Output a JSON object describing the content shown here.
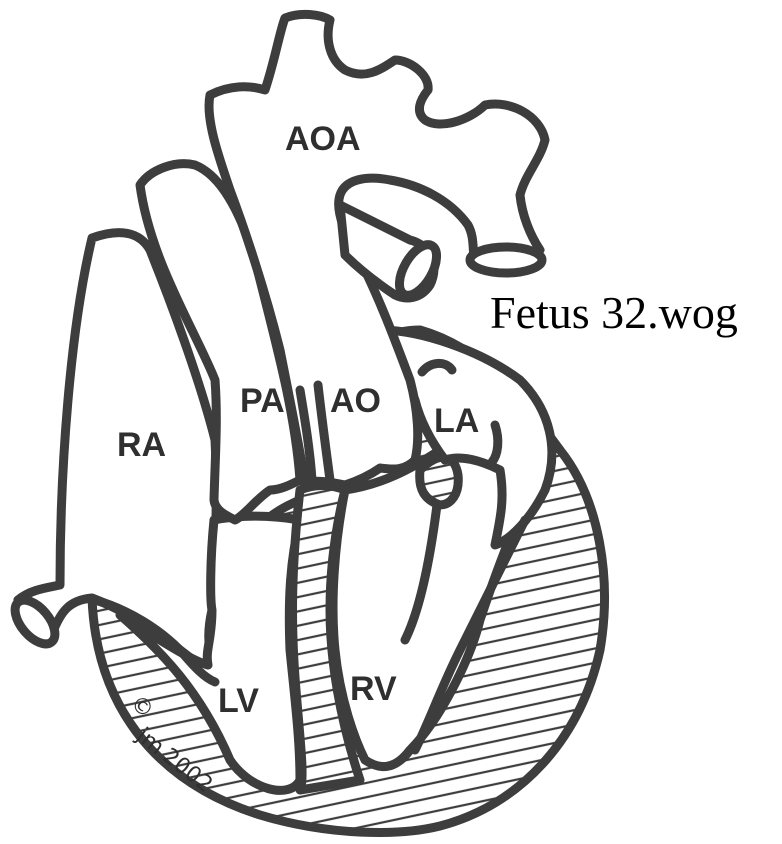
{
  "caption": "Fetus 32.wog",
  "signature": {
    "copyright_symbol": "©",
    "initials": "jm",
    "year": "2002"
  },
  "labels": {
    "aortic_arch": "AOA",
    "pulmonary_artery": "PA",
    "aorta": "AO",
    "right_atrium": "RA",
    "left_atrium": "LA",
    "left_ventricle": "LV",
    "right_ventricle": "RV"
  },
  "colors": {
    "outline": "#3d3d3d",
    "background": "#ffffff",
    "hatch": "#3d3d3d"
  }
}
